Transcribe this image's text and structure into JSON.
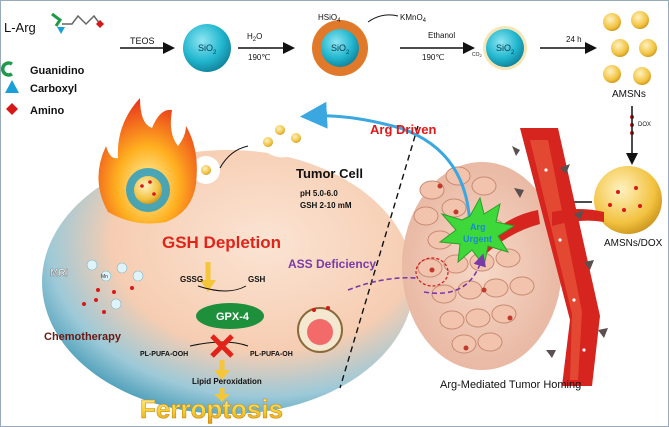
{
  "legend": {
    "l_arg": "L-Arg",
    "guanidino": "Guanidino",
    "carboxyl": "Carboxyl",
    "amino": "Amino"
  },
  "synthesis": {
    "teos": "TEOS",
    "sio2": "SiO",
    "sio2_sub": "2",
    "h2o": "H",
    "h2o_sub": "2",
    "h2o_tail": "O",
    "temp1": "190℃",
    "hsio4": "HSiO",
    "hsio4_sub": "4",
    "kmno4": "KMnO",
    "kmno4_sub": "4",
    "ethanol": "Ethanol",
    "co2": "CO",
    "co2_sub": "2",
    "temp2": "190℃",
    "time": "24 h",
    "amsns": "AMSNs",
    "dox": "DOX",
    "amsns_dox": "AMSNs/DOX"
  },
  "cell": {
    "tumor_cell": "Tumor Cell",
    "ph": "pH 5.0-6.0",
    "gsh_conc": "GSH 2-10 mM",
    "gsh_depletion": "GSH Depletion",
    "mri": "MRI",
    "mn": "Mn",
    "gssg": "GSSG",
    "gsh": "GSH",
    "gpx4": "GPX-4",
    "pufa_ooh": "PL-PUFA-OOH",
    "pufa_oh": "PL-PUFA-OH",
    "lipid_perox": "Lipid Peroxidation",
    "chemotherapy": "Chemotherapy",
    "ferroptosis": "Ferroptosis"
  },
  "homing": {
    "arg_driven": "Arg Driven",
    "arg_urgent_1": "Arg",
    "arg_urgent_2": "Urgent",
    "ass_deficiency": "ASS Deficiency",
    "caption": "Arg-Mediated Tumor Homing"
  },
  "colors": {
    "cell_fill": "#f6cdb2",
    "cell_blue": "#1f86a8",
    "silica": "#22b7cf",
    "shell": "#e07a2a",
    "amsn_yellow": "#f2c240",
    "arg_red": "#e01818",
    "depletion_red": "#e2231a",
    "gpx_green": "#1e8f3a",
    "ferro_yellow": "#f7d23a",
    "arrow_yellow": "#f5c53a",
    "ass_purple": "#7a3aa8",
    "vessel_red": "#d6241e",
    "urgent_green": "#3fd83a",
    "driven_blue": "#3aa7e0"
  }
}
